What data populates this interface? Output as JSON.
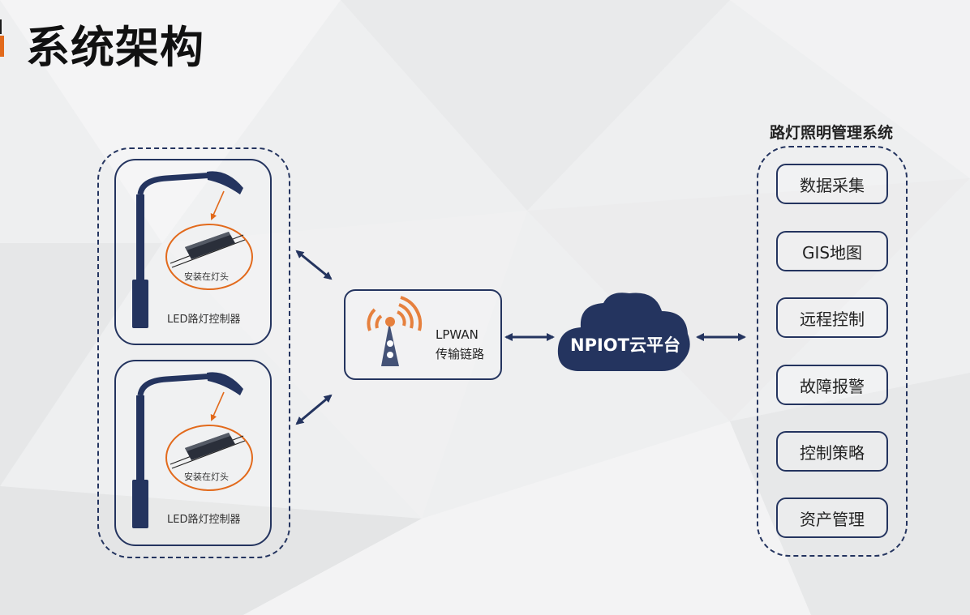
{
  "title": "系统架构",
  "devices": [
    {
      "label": "LED路灯控制器",
      "install_note": "安装在灯头"
    },
    {
      "label": "LED路灯控制器",
      "install_note": "安装在灯头"
    }
  ],
  "network": {
    "line1": "LPWAN",
    "line2": "传输链路"
  },
  "cloud": {
    "label": "NPIOT云平台"
  },
  "system": {
    "title": "路灯照明管理系统",
    "items": [
      "数据采集",
      "GIS地图",
      "远程控制",
      "故障报警",
      "控制策略",
      "资产管理"
    ]
  },
  "colors": {
    "navy": "#24345f",
    "orange": "#e26a1c",
    "background": "#eeeff0"
  }
}
